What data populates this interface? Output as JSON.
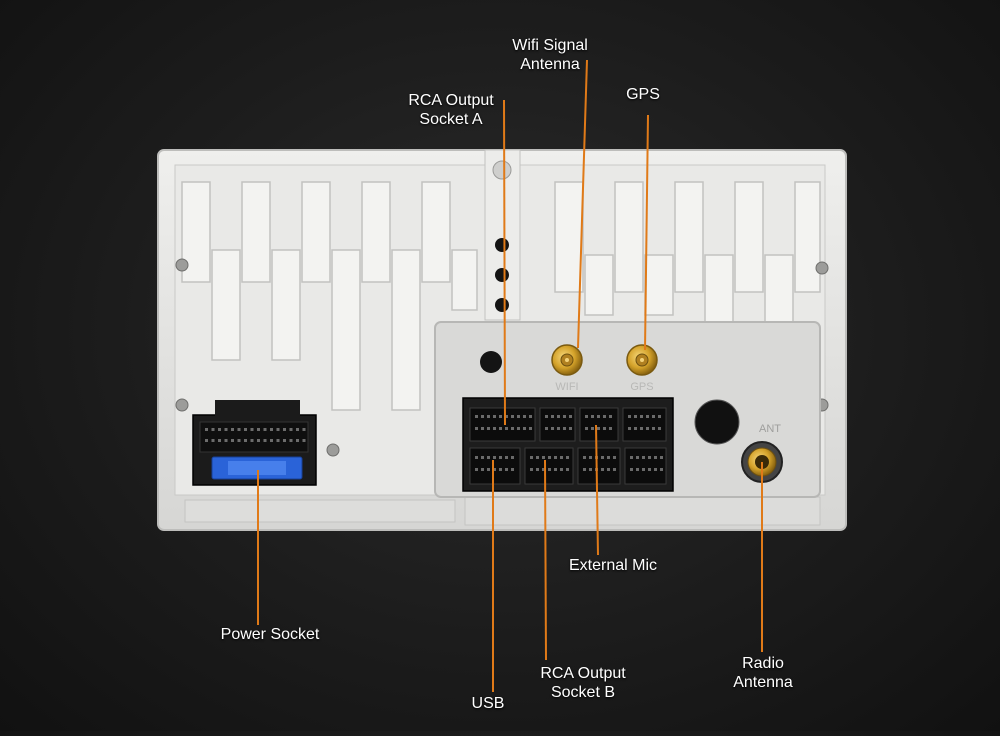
{
  "labels": {
    "wifi_antenna": {
      "line1": "Wifi Signal",
      "line2": "Antenna"
    },
    "gps": {
      "line1": "GPS"
    },
    "rca_output_a": {
      "line1": "RCA Output",
      "line2": "Socket A"
    },
    "power_socket": {
      "line1": "Power Socket"
    },
    "external_mic": {
      "line1": "External Mic"
    },
    "radio_antenna": {
      "line1": "Radio",
      "line2": "Antenna"
    },
    "rca_output_b": {
      "line1": "RCA Output",
      "line2": "Socket B"
    },
    "usb": {
      "line1": "USB"
    }
  },
  "port_markings": {
    "wifi": "WIFI",
    "gps": "GPS",
    "ant": "ANT"
  },
  "colors": {
    "background": "#1c1c1c",
    "panel": "#e4e4e2",
    "leader_line": "#e07a18",
    "label_text": "#ffffff",
    "gold_connector": "#d4a22a",
    "fuse": "#2a63d8"
  }
}
